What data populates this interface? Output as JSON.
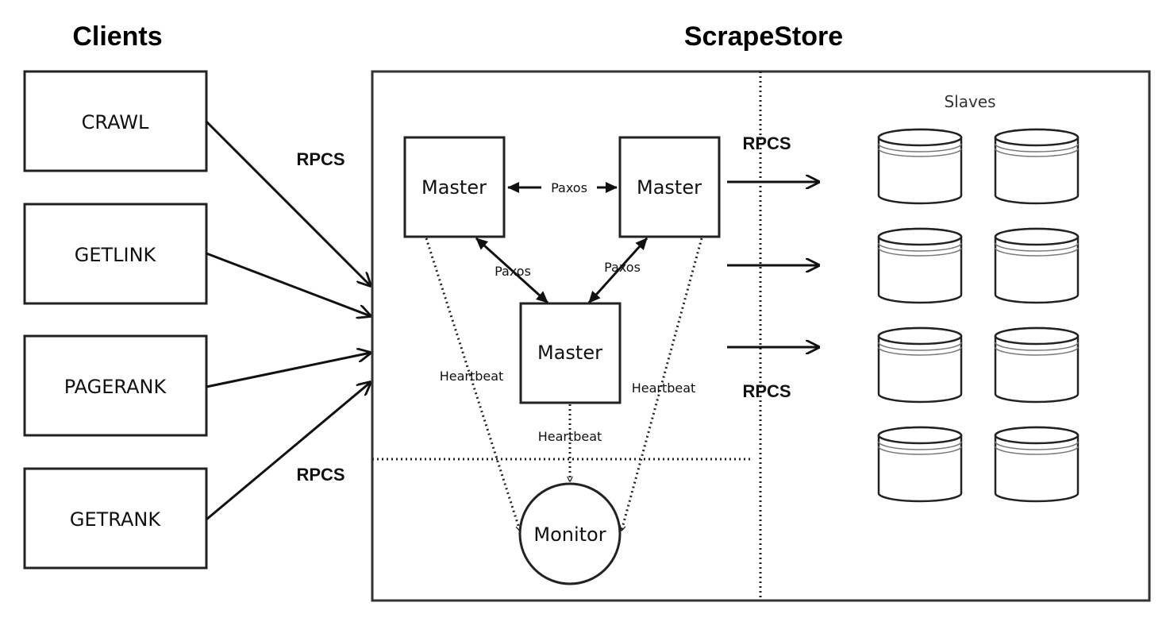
{
  "headings": {
    "clients": "Clients",
    "scrapestore": "ScrapeStore"
  },
  "clients": [
    "CRAWL",
    "GETLINK",
    "PAGERANK",
    "GETRANK"
  ],
  "masters": {
    "left": "Master",
    "right": "Master",
    "bottom": "Master"
  },
  "monitor": "Monitor",
  "slaves_label": "Slaves",
  "edge_labels": {
    "paxos_top": "Paxos",
    "paxos_left": "Paxos",
    "paxos_right": "Paxos",
    "heartbeat_left": "Heartbeat",
    "heartbeat_center": "Heartbeat",
    "heartbeat_right": "Heartbeat",
    "rpcs_clients_top": "RPCS",
    "rpcs_clients_bottom": "RPCS",
    "rpcs_slaves_top": "RPCS",
    "rpcs_slaves_bottom": "RPCS"
  },
  "slave_grid": {
    "rows": 4,
    "cols": 2
  }
}
